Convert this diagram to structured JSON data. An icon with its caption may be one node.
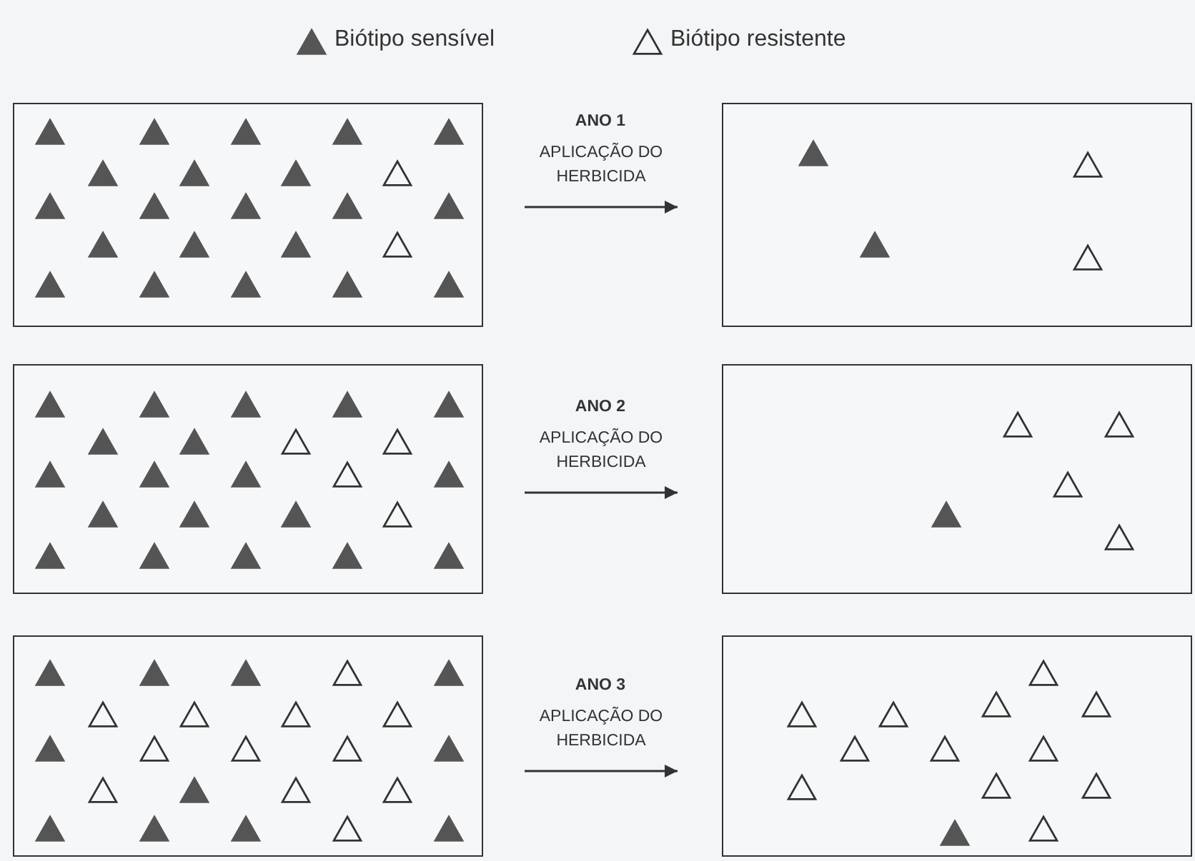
{
  "diagram": {
    "nodes": [
      {
        "text": [],
        "shape": "box"
      },
      {
        "text": [],
        "shape": "box"
      },
      {
        "text": [],
        "shape": "box"
      },
      {
        "text": [],
        "shape": "box"
      },
      {
        "text": [],
        "shape": "box"
      },
      {
        "text": [],
        "shape": "box"
      }
    ],
    "edges": [
      {
        "from": 0,
        "to": 1,
        "arrow": "to",
        "label": "APLICAÇÃO DO HERBICIDA"
      },
      {
        "from": 2,
        "to": 3,
        "arrow": "to",
        "label": "APLICAÇÃO DO HERBICIDA"
      },
      {
        "from": 4,
        "to": 5,
        "arrow": "to",
        "label": "APLICAÇÃO DO HERBICIDA"
      }
    ],
    "labels": [
      "ANO 1",
      "ANO 2",
      "ANO 3"
    ],
    "legend": [
      {
        "text": "Biótipo sensível"
      },
      {
        "text": "Biótipo resistente"
      }
    ]
  }
}
